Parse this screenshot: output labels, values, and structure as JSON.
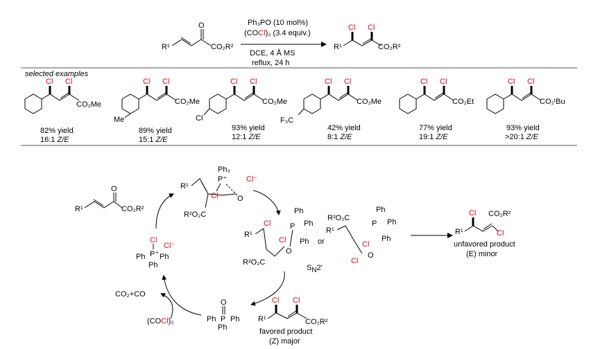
{
  "reaction": {
    "reagent_line1": "Ph₃PO (10 mol%)",
    "reagent_line2_pre": "(CO",
    "reagent_line2_red": "Cl",
    "reagent_line2_post": ")₂ (3.4 equiv.)",
    "cond_line1": "DCE, 4 Å MS",
    "cond_line2": "reflux, 24 h",
    "sm_R1": "R¹",
    "sm_O": "O",
    "sm_ester": "CO₂R²",
    "pr_R1": "R¹",
    "pr_Cl": "Cl",
    "pr_ester": "CO₂R²"
  },
  "examples": {
    "heading": "selected examples",
    "items": [
      {
        "yield": "82% yield",
        "ratio": "16:1",
        "iso": "Z/E",
        "ester": "CO₂Me",
        "sub": ""
      },
      {
        "yield": "89% yield",
        "ratio": "15:1",
        "iso": "Z/E",
        "ester": "CO₂Me",
        "sub": "Me"
      },
      {
        "yield": "93% yield",
        "ratio": "12:1",
        "iso": "Z/E",
        "ester": "CO₂Me",
        "sub": "Cl"
      },
      {
        "yield": "42% yield",
        "ratio": "8:1",
        "iso": "Z/E",
        "ester": "CO₂Me",
        "sub": "F₃C"
      },
      {
        "yield": "77% yield",
        "ratio": "19:1",
        "iso": "Z/E",
        "ester": "CO₂Et",
        "sub": ""
      },
      {
        "yield": "93% yield",
        "ratio": ">20:1",
        "iso": "Z/E",
        "ester": "CO₂ᵗBu",
        "sub": ""
      }
    ],
    "cl": "Cl"
  },
  "mechanism": {
    "ph3": "Ph₃",
    "p_plus": "P⁺",
    "cl_minus": "Cl⁻",
    "cl": "Cl",
    "o": "O",
    "r1": "R¹",
    "ester_left": "R²O₂C",
    "ester_right": "CO₂R²",
    "ph": "Ph",
    "p": "P",
    "or": "or",
    "sn2": "S",
    "sn2_sub": "N",
    "sn2_post": "2'",
    "co2_co": "CO₂+CO",
    "oxalyl_pre": "(CO",
    "oxalyl_red": "Cl",
    "oxalyl_post": ")₂",
    "unfav_line1": "unfavored product",
    "unfav_line2": "(E) minor",
    "fav_line1": "favored product",
    "fav_line2": "(Z) major"
  }
}
